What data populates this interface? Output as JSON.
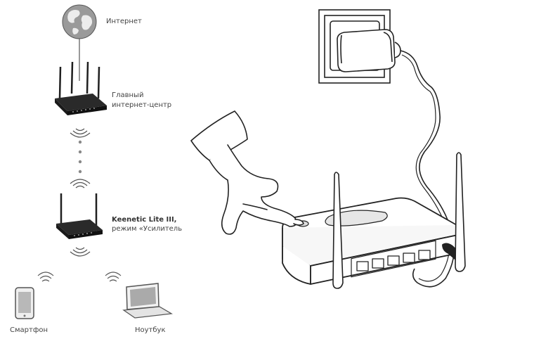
{
  "labels": {
    "internet": "Интернет",
    "main_center_line1": "Главный",
    "main_center_line2": "интернет-центр",
    "extender_name": "Keenetic Lite III,",
    "extender_mode": "режим «Усилитель",
    "smartphone": "Смартфон",
    "laptop": "Ноутбук"
  },
  "colors": {
    "line": "#222222",
    "device_dark": "#1f1f1f",
    "globe_fill": "#9a9a9a",
    "globe_land": "#e8e8e8",
    "text": "#444444"
  },
  "icons": [
    "globe-icon",
    "router-icon",
    "wifi-waves-icon",
    "smartphone-icon",
    "laptop-icon",
    "power-socket-icon",
    "hand-icon"
  ]
}
